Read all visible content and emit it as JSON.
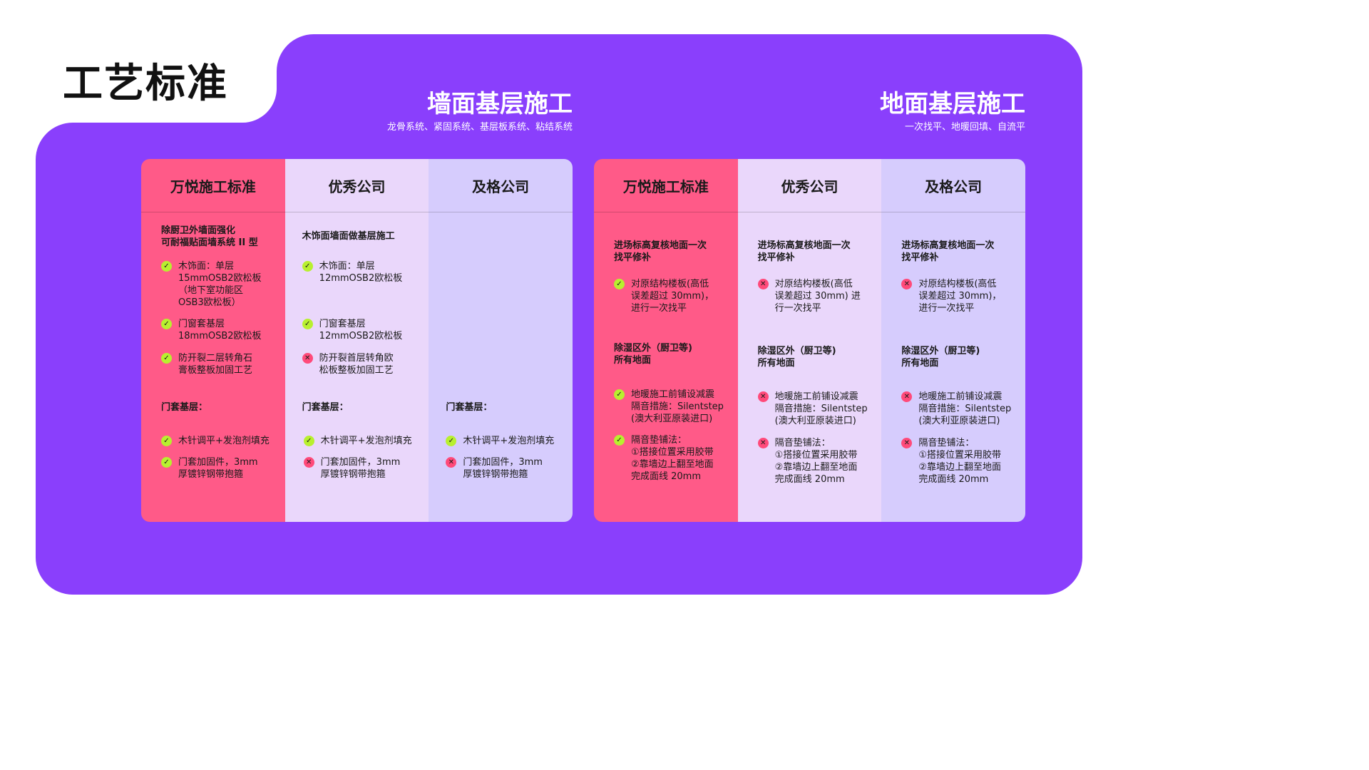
{
  "page_title": "工艺标准",
  "wall": {
    "title": "墙面基层施工",
    "subtitle": "龙骨系统、紧固系统、基层板系统、粘结系统",
    "headers": [
      "万悦施工标准",
      "优秀公司",
      "及格公司"
    ],
    "wanyue": {
      "heading": "除厨卫外墙面强化\n可耐福贴面墙系统 II 型",
      "items": [
        {
          "icon": "check",
          "text": "木饰面：单层\n15mmOSB2欧松板\n（地下室功能区\nOSB3欧松板）"
        },
        {
          "icon": "check",
          "text": "门窗套基层\n18mmOSB2欧松板"
        },
        {
          "icon": "check",
          "text": "防开裂二层转角石\n膏板整板加固工艺"
        }
      ],
      "door_label": "门套基层：",
      "door_items": [
        {
          "icon": "check",
          "text": "木针调平+发泡剂填充"
        },
        {
          "icon": "check",
          "text": "门套加固件，3mm\n厚镀锌钢带抱箍"
        }
      ]
    },
    "good": {
      "heading": "木饰面墙面做基层施工",
      "items": [
        {
          "icon": "check",
          "text": "木饰面：单层\n12mmOSB2欧松板"
        },
        {
          "icon": "check",
          "text": "门窗套基层\n12mmOSB2欧松板"
        },
        {
          "icon": "cross",
          "text": "防开裂首层转角欧\n松板整板加固工艺"
        }
      ],
      "door_label": "门套基层：",
      "door_items": [
        {
          "icon": "check",
          "text": "木针调平+发泡剂填充"
        },
        {
          "icon": "cross",
          "text": "门套加固件，3mm\n厚镀锌钢带抱箍"
        }
      ]
    },
    "pass": {
      "door_label": "门套基层：",
      "door_items": [
        {
          "icon": "check",
          "text": "木针调平+发泡剂填充"
        },
        {
          "icon": "cross",
          "text": "门套加固件，3mm\n厚镀锌钢带抱箍"
        }
      ]
    }
  },
  "floor": {
    "title": "地面基层施工",
    "subtitle": "一次找平、地暖回填、自流平",
    "headers": [
      "万悦施工标准",
      "优秀公司",
      "及格公司"
    ],
    "wanyue": {
      "heading1": "进场标高复核地面一次\n找平修补",
      "item1": {
        "icon": "check",
        "text": "对原结构楼板(高低\n误差超过 30mm)，\n进行一次找平"
      },
      "heading2": "除湿区外（厨卫等)\n所有地面",
      "items2": [
        {
          "icon": "check",
          "text": "地暖施工前铺设减震\n隔音措施：Silentstep\n(澳大利亚原装进口)"
        },
        {
          "icon": "check",
          "text": "隔音垫铺法：\n①搭接位置采用胶带\n②靠墙边上翻至地面\n完成面线 20mm"
        }
      ]
    },
    "good": {
      "heading1": "进场标高复核地面一次\n找平修补",
      "item1": {
        "icon": "cross",
        "text": "对原结构楼板(高低\n误差超过 30mm) 进\n行一次找平"
      },
      "heading2": "除湿区外（厨卫等)\n所有地面",
      "items2": [
        {
          "icon": "cross",
          "text": "地暖施工前铺设减震\n隔音措施：Silentstep\n(澳大利亚原装进口)"
        },
        {
          "icon": "cross",
          "text": "隔音垫铺法：\n①搭接位置采用胶带\n②靠墙边上翻至地面\n完成面线 20mm"
        }
      ]
    },
    "pass": {
      "heading1": "进场标高复核地面一次\n找平修补",
      "item1": {
        "icon": "cross",
        "text": "对原结构楼板(高低\n误差超过 30mm)，\n进行一次找平"
      },
      "heading2": "除湿区外（厨卫等)\n所有地面",
      "items2": [
        {
          "icon": "cross",
          "text": "地暖施工前铺设减震\n隔音措施：Silentstep\n(澳大利亚原装进口)"
        },
        {
          "icon": "cross",
          "text": "隔音垫铺法：\n①搭接位置采用胶带\n②靠墙边上翻至地面\n完成面线 20mm"
        }
      ]
    }
  },
  "colors": {
    "purple": "#8a3ffc",
    "pink": "#ff5a88",
    "lavender": "#ead7fb",
    "periwinkle": "#d6ccfd",
    "check": "#b8f02f",
    "cross": "#ff4a7a"
  },
  "icons": {
    "check": "check-icon",
    "cross": "cross-icon"
  }
}
